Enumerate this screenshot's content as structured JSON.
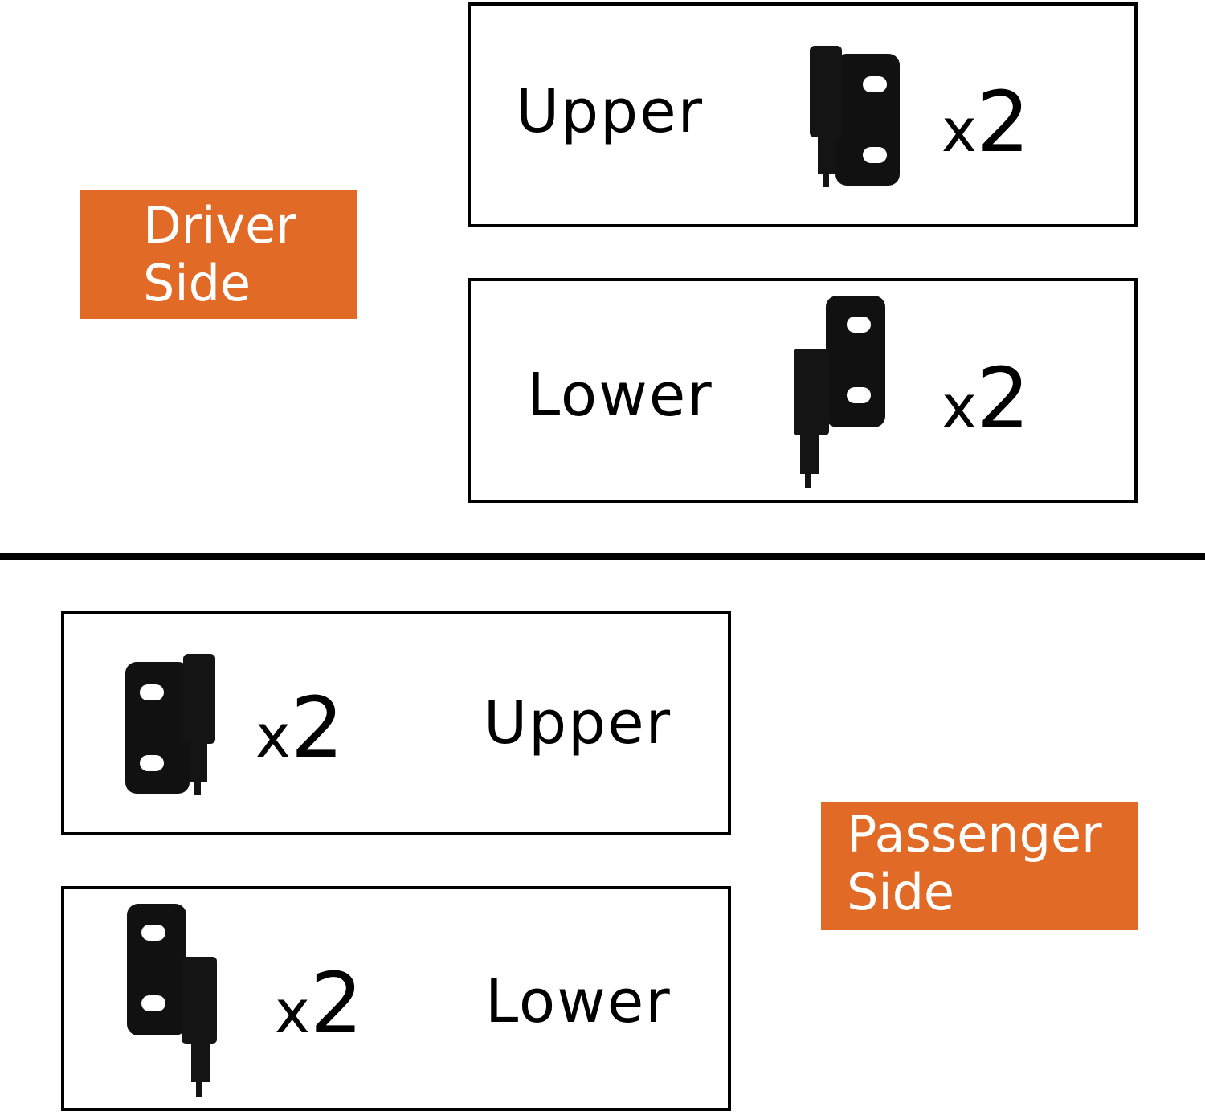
{
  "colors": {
    "accent": "#E26A27",
    "border": "#000000",
    "background": "#FFFFFF",
    "hinge": "#111111"
  },
  "driver": {
    "label_line1": "Driver",
    "label_line2": "Side",
    "upper": {
      "name": "Upper",
      "qty_x": "x",
      "qty_n": "2",
      "icon": "upper-hinge-icon"
    },
    "lower": {
      "name": "Lower",
      "qty_x": "x",
      "qty_n": "2",
      "icon": "lower-hinge-icon"
    }
  },
  "passenger": {
    "label_line1": "Passenger",
    "label_line2": "Side",
    "upper": {
      "name": "Upper",
      "qty_x": "x",
      "qty_n": "2",
      "icon": "upper-hinge-icon"
    },
    "lower": {
      "name": "Lower",
      "qty_x": "x",
      "qty_n": "2",
      "icon": "lower-hinge-icon"
    }
  }
}
